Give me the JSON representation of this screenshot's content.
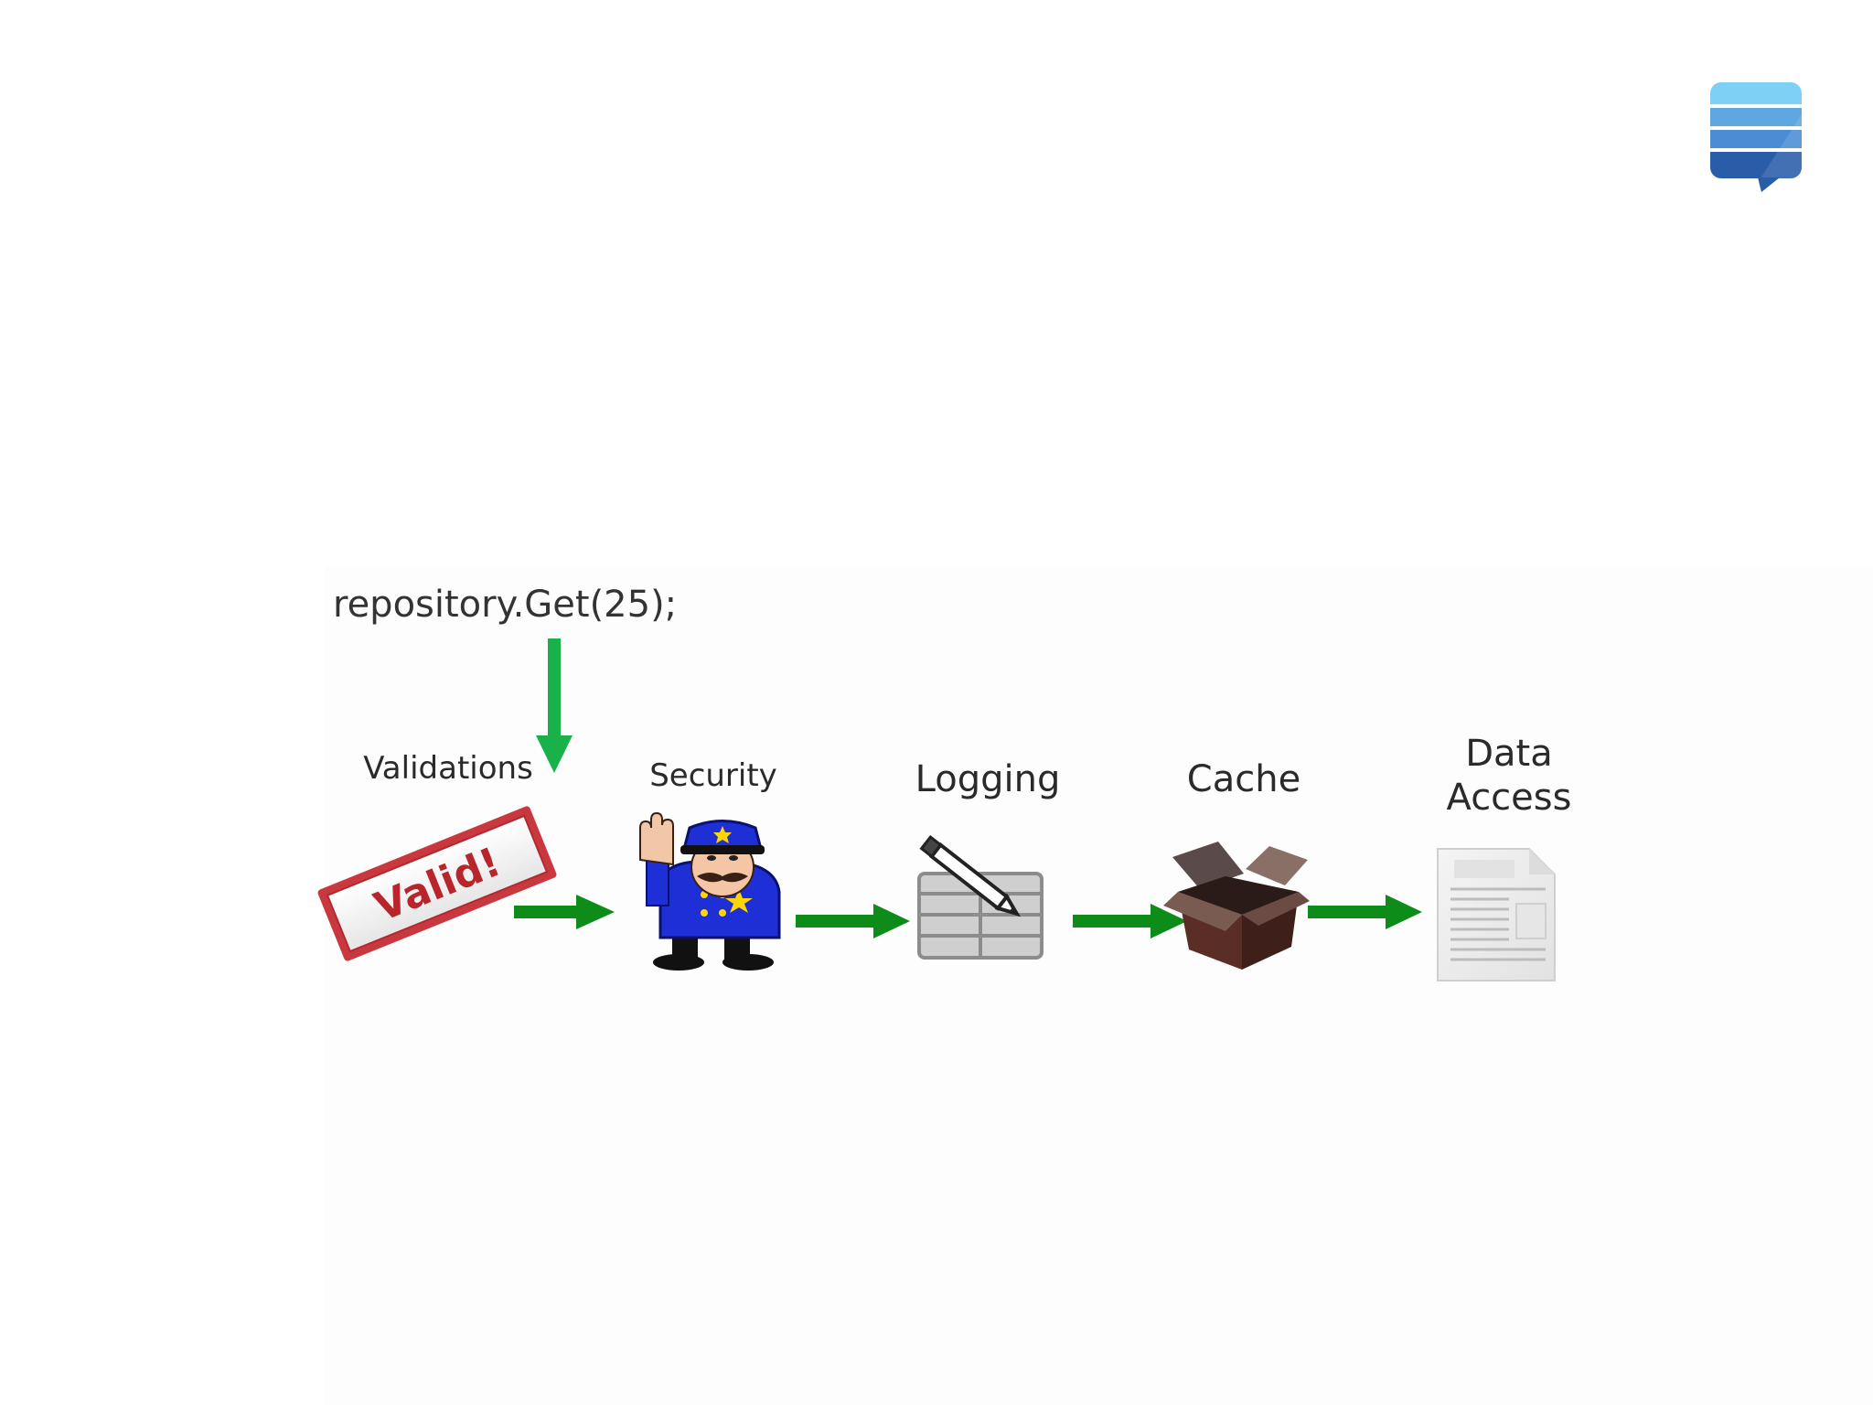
{
  "colors": {
    "arrow": "#0e8c1a",
    "down_arrow": "#19b24a",
    "stamp": "#c8383e",
    "logo_top": "#7ed0f5",
    "logo_mid": "#4b8cd4",
    "logo_bottom": "#2a5da8"
  },
  "icons": {
    "logo": "stack-exchange-logo-icon",
    "validations": "valid-stamp-icon",
    "security": "policeman-icon",
    "logging": "pencil-table-icon",
    "cache": "open-box-icon",
    "data_access": "document-icon"
  },
  "diagram": {
    "call": "repository.Get(25);",
    "stamp_text": "Valid!",
    "steps": [
      {
        "label": "Validations"
      },
      {
        "label": "Security"
      },
      {
        "label": "Logging"
      },
      {
        "label": "Cache"
      },
      {
        "label": "Data\nAccess"
      }
    ]
  }
}
